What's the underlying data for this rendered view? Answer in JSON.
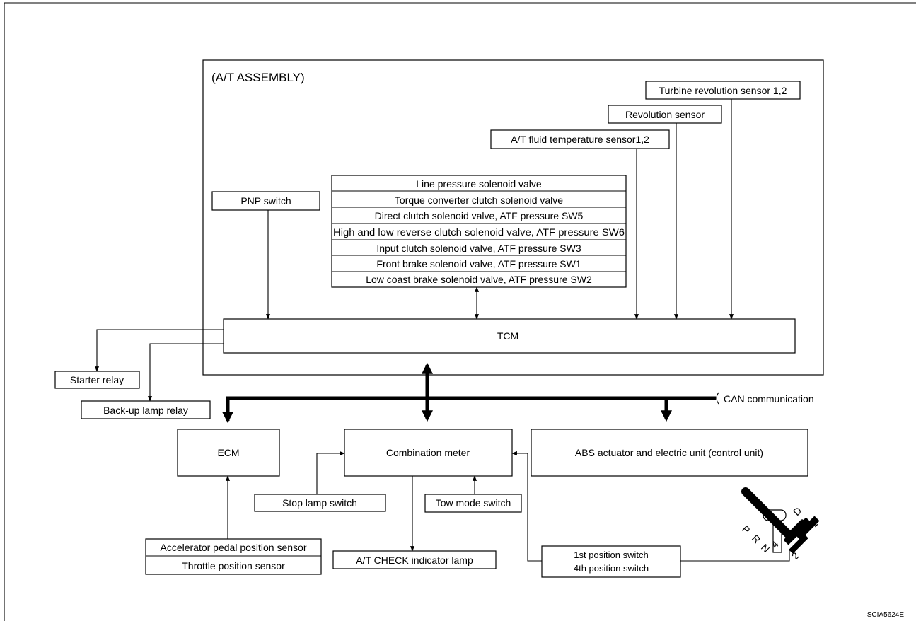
{
  "assembly": {
    "title": "(A/T ASSEMBLY)"
  },
  "sensors": {
    "turbine": "Turbine revolution sensor 1,2",
    "revolution": "Revolution sensor",
    "fluid_temp": "A/T fluid temperature sensor1,2",
    "pnp": "PNP switch"
  },
  "solenoids": [
    "Line pressure solenoid valve",
    "Torque converter clutch solenoid valve",
    "Direct clutch solenoid valve, ATF pressure SW5",
    "High and low reverse clutch solenoid valve, ATF pressure SW6",
    "Input clutch solenoid valve, ATF pressure SW3",
    "Front brake solenoid valve, ATF pressure SW1",
    "Low coast brake solenoid valve, ATF pressure SW2"
  ],
  "tcm": "TCM",
  "relays": {
    "starter": "Starter relay",
    "backup": "Back-up lamp relay"
  },
  "can": "CAN communication",
  "units": {
    "ecm": "ECM",
    "meter": "Combination meter",
    "abs": "ABS actuator and electric unit (control unit)"
  },
  "switches": {
    "stop_lamp": "Stop lamp switch",
    "tow_mode": "Tow mode switch",
    "indicator": "A/T CHECK indicator lamp",
    "accel": "Accelerator pedal position sensor",
    "throttle": "Throttle position sensor",
    "pos1": "1st position switch",
    "pos4": "4th position switch"
  },
  "shifter": [
    "P",
    "R",
    "N",
    "4",
    "D",
    "3",
    "1",
    "2"
  ],
  "ref": "SCIA5624E"
}
